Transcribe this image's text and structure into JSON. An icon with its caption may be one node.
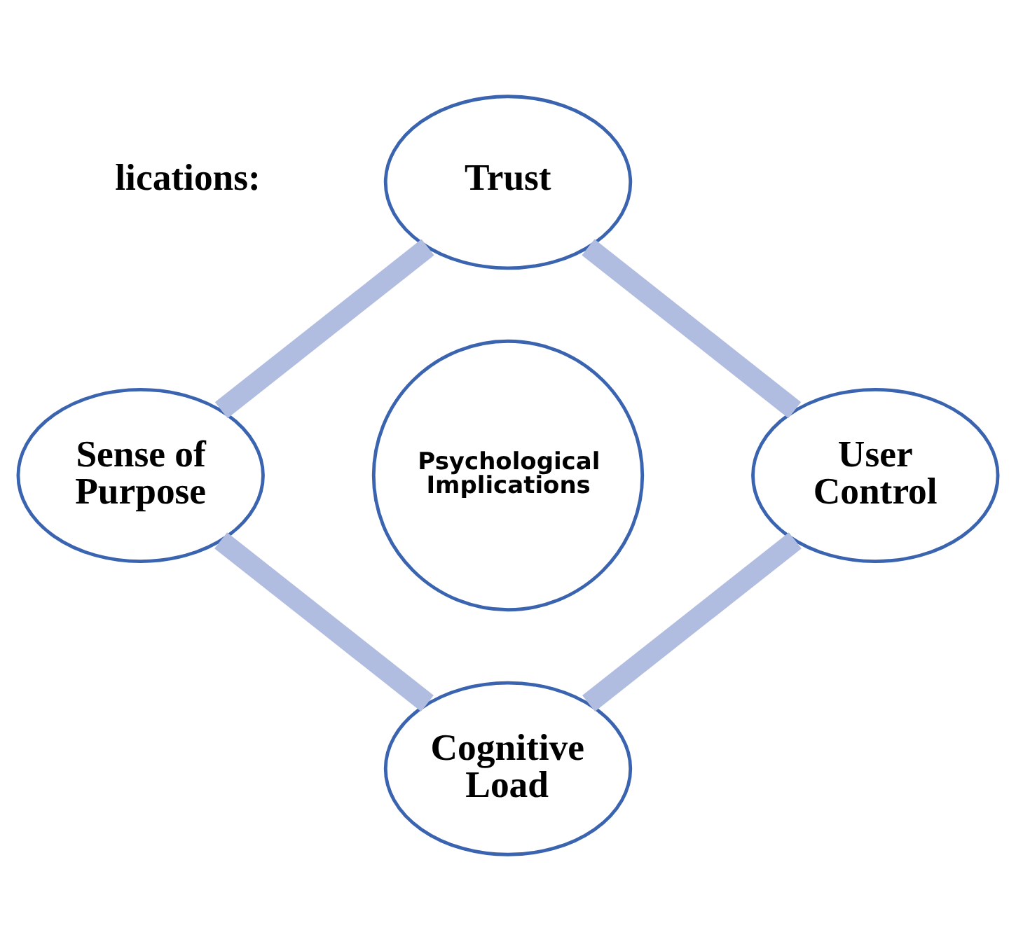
{
  "diagram": {
    "nodes": [
      {
        "text": [
          "Trust"
        ]
      },
      {
        "text": [
          "Sense of Purpose"
        ]
      },
      {
        "text": [
          "Psychological Implications"
        ]
      },
      {
        "text": [
          "User Control"
        ]
      },
      {
        "text": [
          "Cognitive Load"
        ]
      }
    ],
    "edges": [
      {
        "from": 0,
        "to": 3,
        "arrow": "none"
      },
      {
        "from": 3,
        "to": 4,
        "arrow": "none"
      },
      {
        "from": 4,
        "to": 1,
        "arrow": "none"
      },
      {
        "from": 1,
        "to": 0,
        "arrow": "none"
      }
    ],
    "labels": [
      "lications:"
    ]
  }
}
